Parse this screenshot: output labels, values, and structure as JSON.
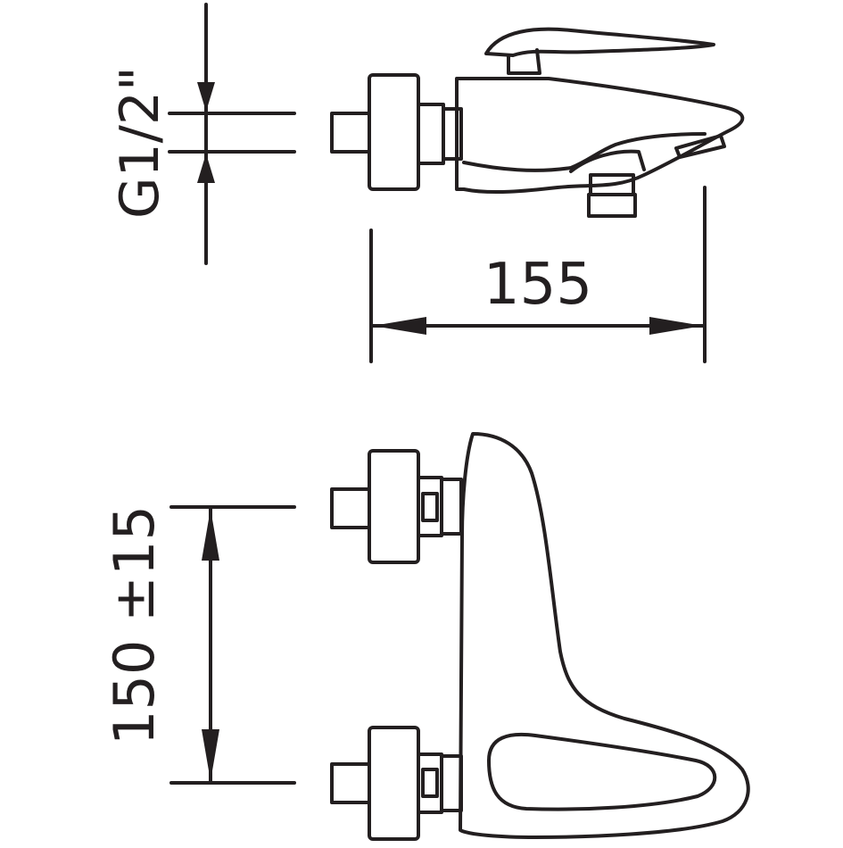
{
  "drawing": {
    "top_view": {
      "thread_label": "G1/2\"",
      "width_label": "155"
    },
    "front_view": {
      "spacing_label": "150 ±15"
    },
    "line_color": "#231f20",
    "background": "#ffffff"
  }
}
